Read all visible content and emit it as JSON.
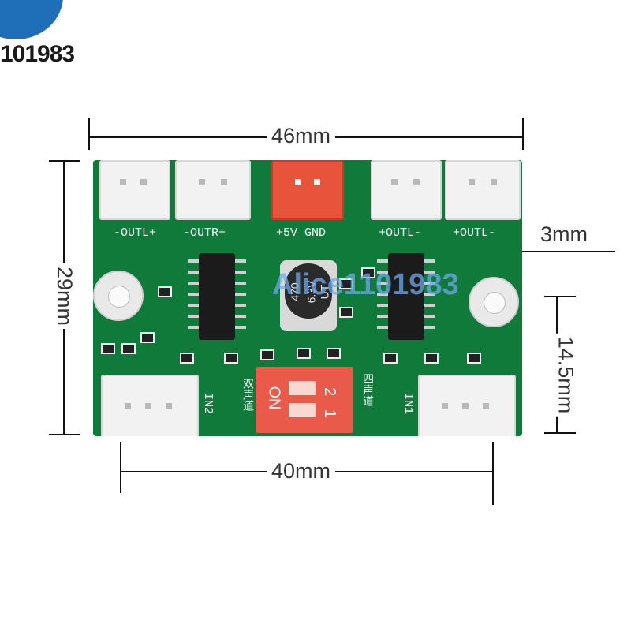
{
  "watermark_logo": {
    "text": "101983",
    "color": "#1f6fb8"
  },
  "dimensions": {
    "width_top": "46mm",
    "height_left": "29mm",
    "hole": "3mm",
    "offset_right": "14.5mm",
    "width_bottom": "40mm"
  },
  "board": {
    "color": "#0f7a3a",
    "top_labels": [
      "-OUTL+",
      "-OUTR+",
      "+5V GND",
      "+OUTL-",
      "+OUTL-"
    ],
    "input_labels": [
      "IN2",
      "IN1"
    ],
    "capacitor": [
      "470",
      "6.3V",
      "UT"
    ],
    "switch": {
      "label_left": "双声道",
      "label_right": "四声道",
      "on": "ON",
      "numbers": [
        "1",
        "2"
      ]
    }
  },
  "overlay_watermark": "Alice1101983"
}
